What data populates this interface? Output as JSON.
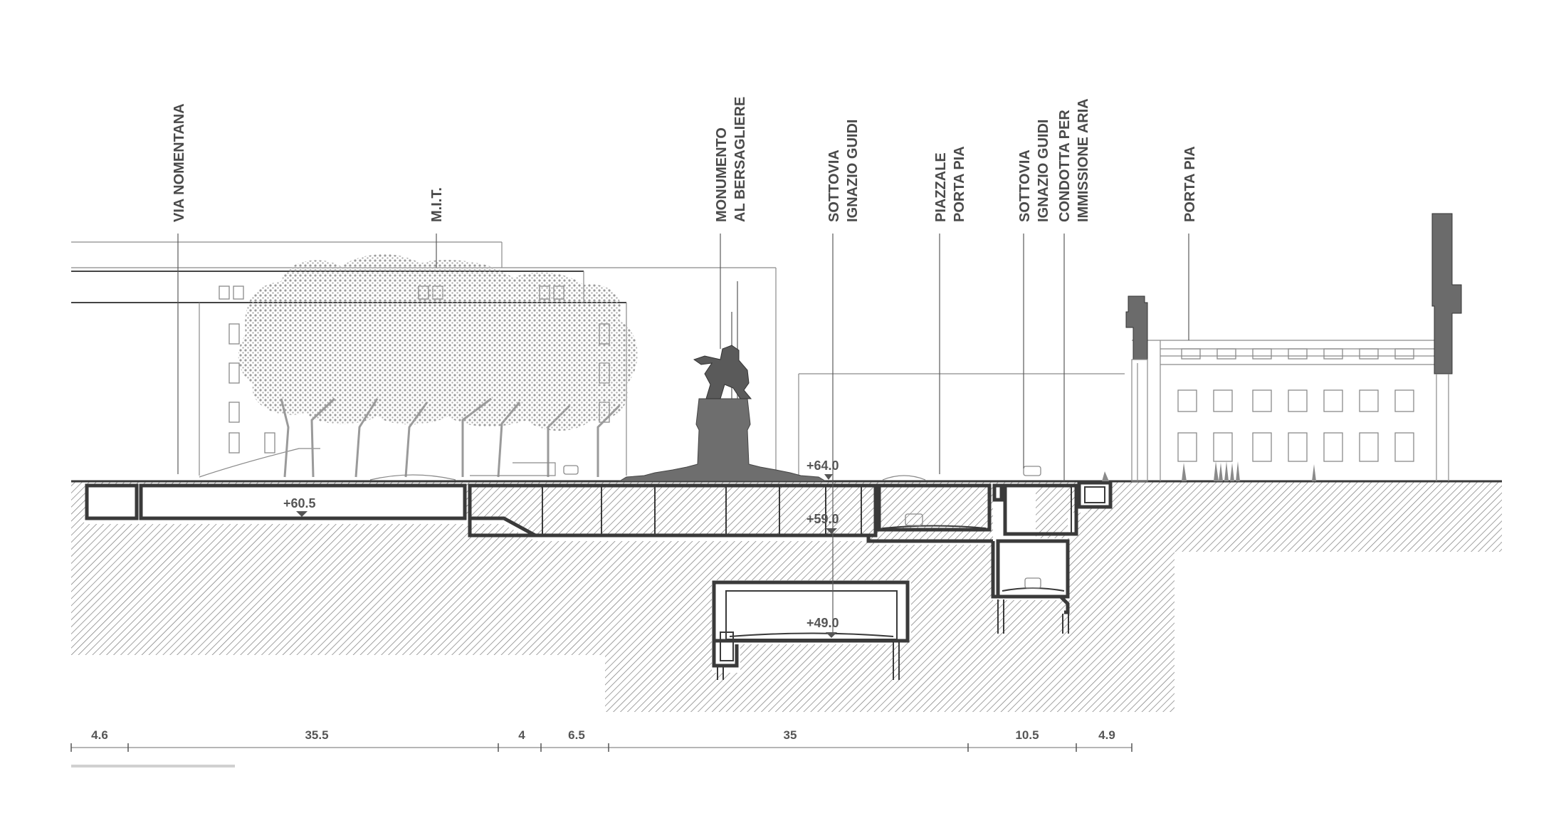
{
  "labels": {
    "via_nomentana": "VIA NOMENTANA",
    "mit": "M.I.T.",
    "monumento_1": "MONUMENTO",
    "monumento_2": "AL BERSAGLIERE",
    "sottovia_a_1": "SOTTOVIA",
    "sottovia_a_2": "IGNAZIO GUIDI",
    "piazzale_1": "PIAZZALE",
    "piazzale_2": "PORTA PIA",
    "sottovia_b_1": "SOTTOVIA",
    "sottovia_b_2": "IGNAZIO GUIDI",
    "condotta_1": "CONDOTTA PER",
    "condotta_2": "IMMISSIONE ARIA",
    "porta_pia": "PORTA PIA"
  },
  "levels": {
    "l_64": "+64.0",
    "l_60_5": "+60.5",
    "l_59": "+59.0",
    "l_49": "+49.0"
  },
  "dimensions": [
    "4.6",
    "35.5",
    "4",
    "6.5",
    "35",
    "10.5",
    "4.9"
  ],
  "colors": {
    "hatch": "#7a7a7a",
    "wall": "#6b6b6b",
    "line": "#3a3a3a",
    "tree": "#9a9a9a"
  }
}
